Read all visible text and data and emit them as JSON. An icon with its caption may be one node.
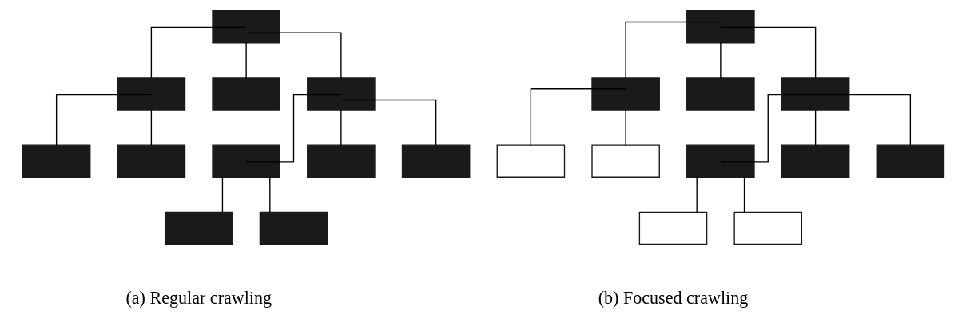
{
  "diagram": {
    "nodes": [
      {
        "text": [],
        "shape": "box"
      },
      {
        "text": [],
        "shape": "box"
      },
      {
        "text": [],
        "shape": "box"
      },
      {
        "text": [],
        "shape": "box"
      },
      {
        "text": [],
        "shape": "box"
      },
      {
        "text": [],
        "shape": "box"
      },
      {
        "text": [],
        "shape": "box"
      },
      {
        "text": [],
        "shape": "box"
      },
      {
        "text": [],
        "shape": "box"
      },
      {
        "text": [],
        "shape": "box"
      },
      {
        "text": [],
        "shape": "box"
      },
      {
        "text": [],
        "shape": "box"
      },
      {
        "text": [],
        "shape": "box"
      },
      {
        "text": [],
        "shape": "box"
      },
      {
        "text": [],
        "shape": "box"
      },
      {
        "text": [],
        "shape": "box"
      },
      {
        "text": [],
        "shape": "box"
      },
      {
        "text": [],
        "shape": "box"
      },
      {
        "text": [],
        "shape": "box"
      },
      {
        "text": [],
        "shape": "box"
      },
      {
        "text": [],
        "shape": "box"
      },
      {
        "text": [],
        "shape": "box"
      }
    ],
    "edges": [
      {
        "from": 0,
        "to": 1,
        "arrow": "none"
      },
      {
        "from": 0,
        "to": 2,
        "arrow": "none"
      },
      {
        "from": 0,
        "to": 3,
        "arrow": "none"
      },
      {
        "from": 1,
        "to": 4,
        "arrow": "none"
      },
      {
        "from": 1,
        "to": 5,
        "arrow": "none"
      },
      {
        "from": 3,
        "to": 6,
        "arrow": "none"
      },
      {
        "from": 3,
        "to": 7,
        "arrow": "none"
      },
      {
        "from": 3,
        "to": 8,
        "arrow": "none"
      },
      {
        "from": 6,
        "to": 9,
        "arrow": "none"
      },
      {
        "from": 6,
        "to": 10,
        "arrow": "none"
      },
      {
        "from": 11,
        "to": 12,
        "arrow": "none"
      },
      {
        "from": 11,
        "to": 13,
        "arrow": "none"
      },
      {
        "from": 11,
        "to": 14,
        "arrow": "none"
      },
      {
        "from": 12,
        "to": 15,
        "arrow": "none"
      },
      {
        "from": 12,
        "to": 16,
        "arrow": "none"
      },
      {
        "from": 14,
        "to": 17,
        "arrow": "none"
      },
      {
        "from": 14,
        "to": 18,
        "arrow": "none"
      },
      {
        "from": 14,
        "to": 19,
        "arrow": "none"
      },
      {
        "from": 17,
        "to": 20,
        "arrow": "none"
      },
      {
        "from": 17,
        "to": 21,
        "arrow": "none"
      }
    ],
    "labels": [
      "(a) Regular crawling",
      "(b) Focused crawling"
    ]
  }
}
